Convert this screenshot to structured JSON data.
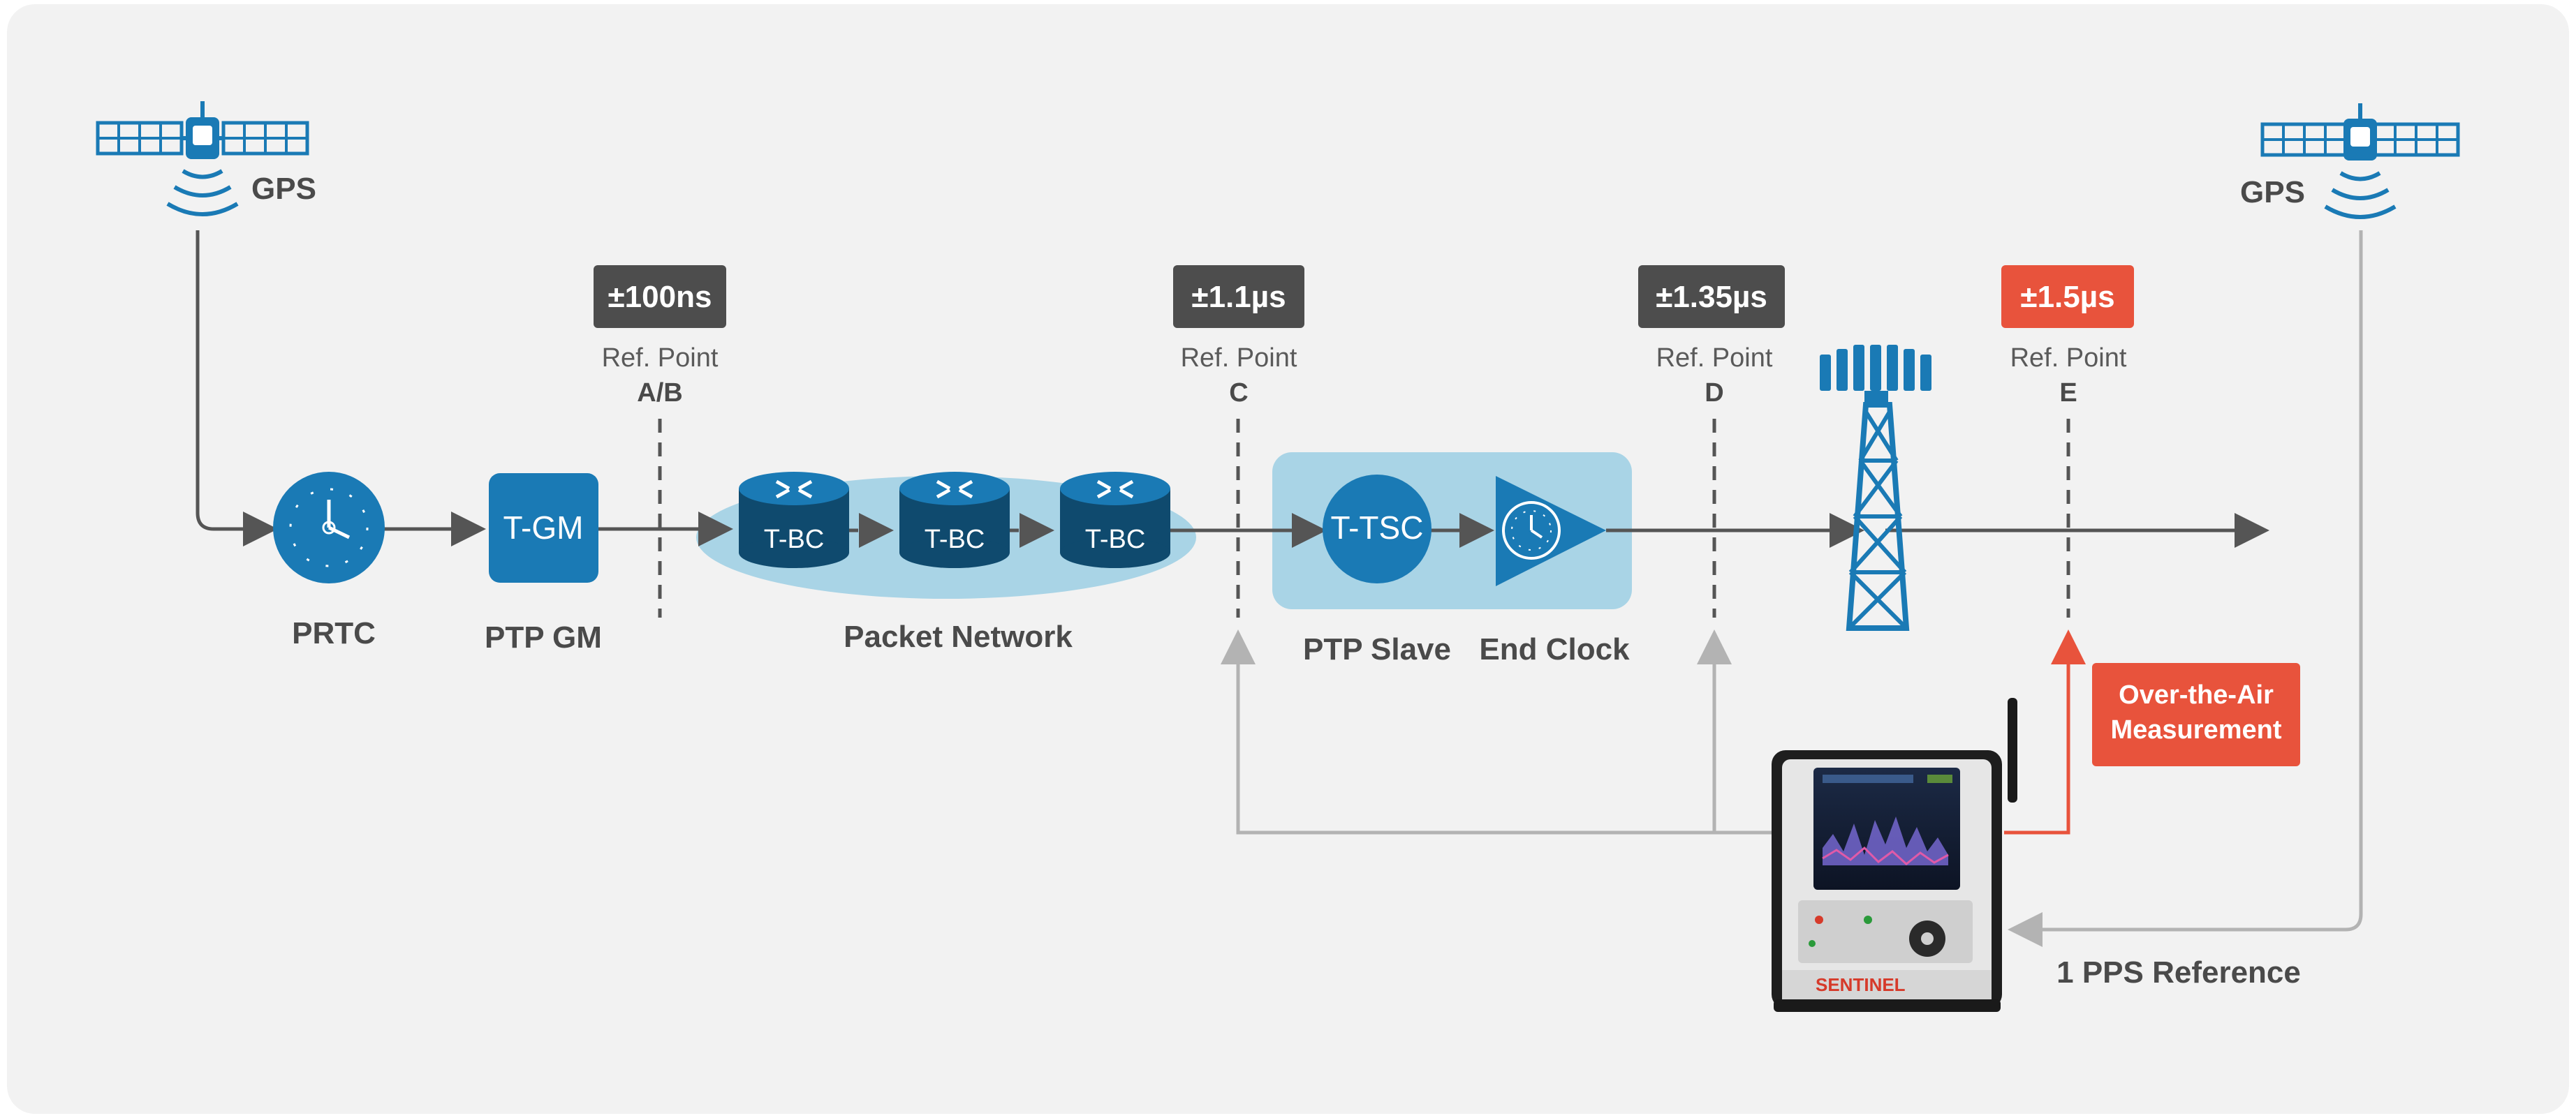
{
  "gps_left": {
    "label": "GPS"
  },
  "gps_right": {
    "label": "GPS"
  },
  "nodes": {
    "prtc_label": "PRTC",
    "tgm_text": "T-GM",
    "tgm_label": "PTP GM",
    "tbc_text": [
      "T-BC",
      "T-BC",
      "T-BC"
    ],
    "packet_network_label": "Packet Network",
    "ttsc_text": "T-TSC",
    "ptp_slave_label": "PTP Slave",
    "end_clock_label": "End Clock"
  },
  "ref_points": [
    {
      "badge": "±100ns",
      "caption": "Ref. Point",
      "letter": "A/B",
      "badge_color": "#4d4d4d"
    },
    {
      "badge": "±1.1µs",
      "caption": "Ref. Point",
      "letter": "C",
      "badge_color": "#4d4d4d"
    },
    {
      "badge": "±1.35µs",
      "caption": "Ref. Point",
      "letter": "D",
      "badge_color": "#4d4d4d"
    },
    {
      "badge": "±1.5µs",
      "caption": "Ref. Point",
      "letter": "E",
      "badge_color": "#e8533c"
    }
  ],
  "measurement": {
    "ota_line1": "Over-the-Air",
    "ota_line2": "Measurement",
    "pps_label": "1 PPS Reference",
    "device_brand": "SENTINEL"
  },
  "colors": {
    "blue": "#1a7ab5",
    "dark_blue": "#0f4a6e",
    "light_blue": "#a9d4e6",
    "accent_red": "#e8533c",
    "line_dark": "#555555",
    "line_light": "#b3b3b3"
  }
}
